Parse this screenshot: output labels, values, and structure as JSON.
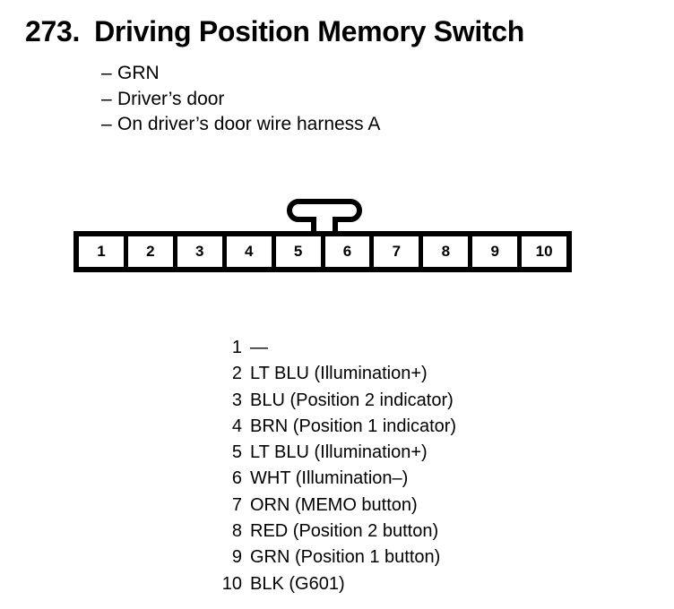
{
  "header": {
    "number": "273.",
    "title": "Driving Position Memory Switch"
  },
  "notes": [
    {
      "dash": "–",
      "text": "GRN"
    },
    {
      "dash": "–",
      "text": "Driver’s door"
    },
    {
      "dash": "–",
      "text": "On driver’s door wire harness A"
    }
  ],
  "connector": {
    "pin_count": 10,
    "pins": [
      "1",
      "2",
      "3",
      "4",
      "5",
      "6",
      "7",
      "8",
      "9",
      "10"
    ],
    "locking_tab": "locking-tab"
  },
  "legend": [
    {
      "pin": "1",
      "desc": "—"
    },
    {
      "pin": "2",
      "desc": "LT BLU (Illumination+)"
    },
    {
      "pin": "3",
      "desc": "BLU (Position 2 indicator)"
    },
    {
      "pin": "4",
      "desc": "BRN (Position 1 indicator)"
    },
    {
      "pin": "5",
      "desc": "LT BLU (Illumination+)"
    },
    {
      "pin": "6",
      "desc": "WHT (Illumination–)"
    },
    {
      "pin": "7",
      "desc": "ORN (MEMO button)"
    },
    {
      "pin": "8",
      "desc": "RED (Position 2 button)"
    },
    {
      "pin": "9",
      "desc": "GRN (Position 1 button)"
    },
    {
      "pin": "10",
      "desc": "BLK (G601)"
    }
  ],
  "colors": {
    "ink": "#000000",
    "paper": "#ffffff"
  }
}
